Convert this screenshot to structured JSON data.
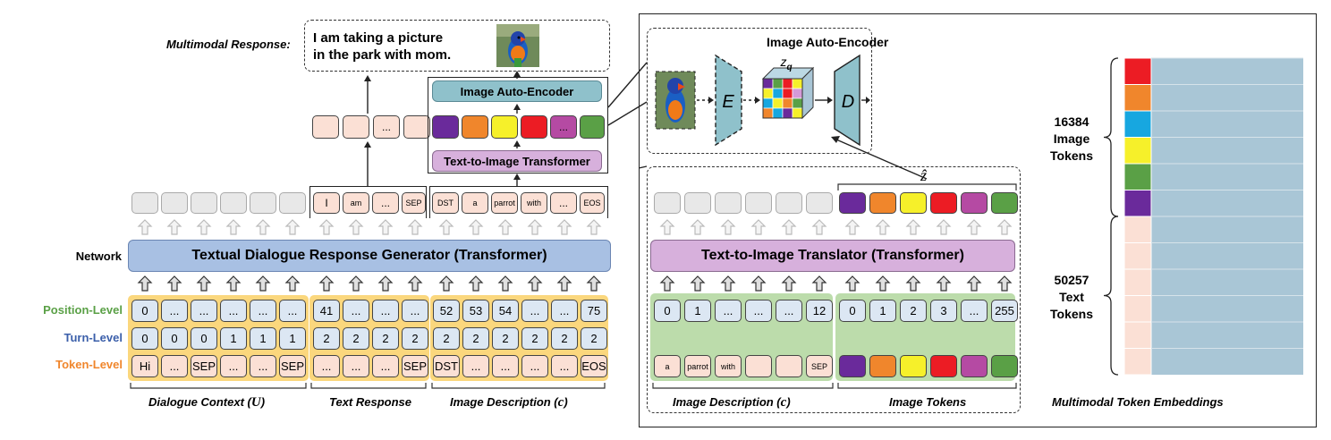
{
  "left": {
    "multimodal_response_label": "Multimodal Response:",
    "response_text_line1": "I am taking a picture",
    "response_text_line2": "in the park with mom.",
    "network_label": "Network",
    "generator_label": "Textual Dialogue Response Generator (Transformer)",
    "auto_encoder_label": "Image Auto-Encoder",
    "t2i_label": "Text-to-Image Transformer",
    "level_labels": {
      "position": "Position-Level",
      "turn": "Turn-Level",
      "token": "Token-Level"
    },
    "output_text_tokens": [
      "",
      "",
      "...",
      ""
    ],
    "generated_text_tokens": [
      "I",
      "am",
      "...",
      "SEP",
      "DST",
      "a",
      "parrot",
      "with",
      "...",
      "EOS"
    ],
    "position_row": [
      "0",
      "...",
      "...",
      "...",
      "...",
      "...",
      "41",
      "...",
      "...",
      "...",
      "52",
      "53",
      "54",
      "...",
      "...",
      "75"
    ],
    "turn_row": [
      "0",
      "0",
      "0",
      "1",
      "1",
      "1",
      "2",
      "2",
      "2",
      "2",
      "2",
      "2",
      "2",
      "2",
      "2",
      "2"
    ],
    "token_row": [
      "Hi",
      "...",
      "SEP",
      "...",
      "...",
      "SEP",
      "...",
      "...",
      "...",
      "SEP",
      "DST",
      "...",
      "...",
      "...",
      "...",
      "EOS"
    ],
    "bracket_labels": {
      "context": "Dialogue  Context (",
      "context_sym": "U",
      "response": "Text  Response",
      "description": "Image  Description (",
      "description_sym": "c"
    }
  },
  "right": {
    "auto_encoder_title": "Image Auto-Encoder",
    "encoder_label": "E",
    "decoder_label": "D",
    "zq_label": "z",
    "zq_sub": "q",
    "zhat_label": "ẑ",
    "translator_label": "Text-to-Image Translator (Transformer)",
    "position_row_desc": [
      "0",
      "1",
      "...",
      "...",
      "...",
      "12"
    ],
    "position_row_img": [
      "0",
      "1",
      "2",
      "3",
      "...",
      "255"
    ],
    "desc_tokens": [
      "a",
      "parrot",
      "with",
      "",
      "",
      "SEP"
    ],
    "bracket_labels": {
      "description": "Image Description (",
      "description_sym": "c",
      "tokens": "Image Tokens"
    }
  },
  "embeddings": {
    "image_tokens_count": "16384",
    "image_tokens_label1": "Image",
    "image_tokens_label2": "Tokens",
    "text_tokens_count": "50257",
    "text_tokens_label1": "Text",
    "text_tokens_label2": "Tokens",
    "caption": "Multimodal Token Embeddings"
  },
  "colors": {
    "purple": "#6a2a9b",
    "orange": "#f0862c",
    "yellow": "#f6f02a",
    "red": "#ec1c24",
    "magenta": "#b54aa3",
    "green": "#5aa046",
    "cyan": "#17a7e0",
    "embed_blue": "#a9c6d6",
    "pink": "#fbe0d5",
    "yellow_bg": "#fbd77d",
    "green_bg": "#bcdcab",
    "generator_blue": "#a8c0e3",
    "purple_bar": "#d7b0dc",
    "teal": "#8fc1cb"
  }
}
